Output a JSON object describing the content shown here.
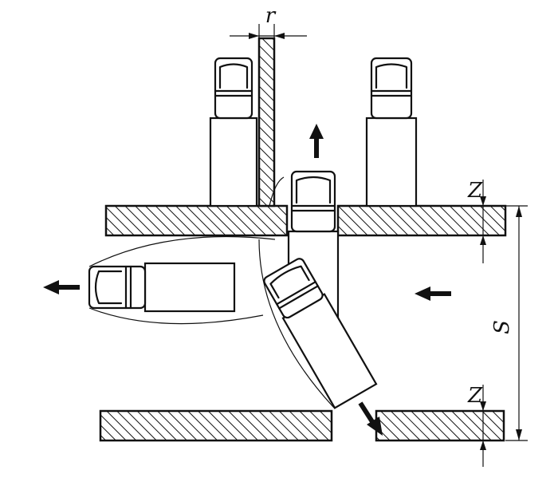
{
  "labels": {
    "wall_thickness": "r",
    "gap_top": "Z",
    "gap_bottom": "Z",
    "street_width": "S"
  },
  "colors": {
    "ink": "#111111",
    "paper": "#ffffff"
  },
  "icons": [
    "arrow-up-icon",
    "arrow-left-icon",
    "arrow-down-right-icon"
  ]
}
